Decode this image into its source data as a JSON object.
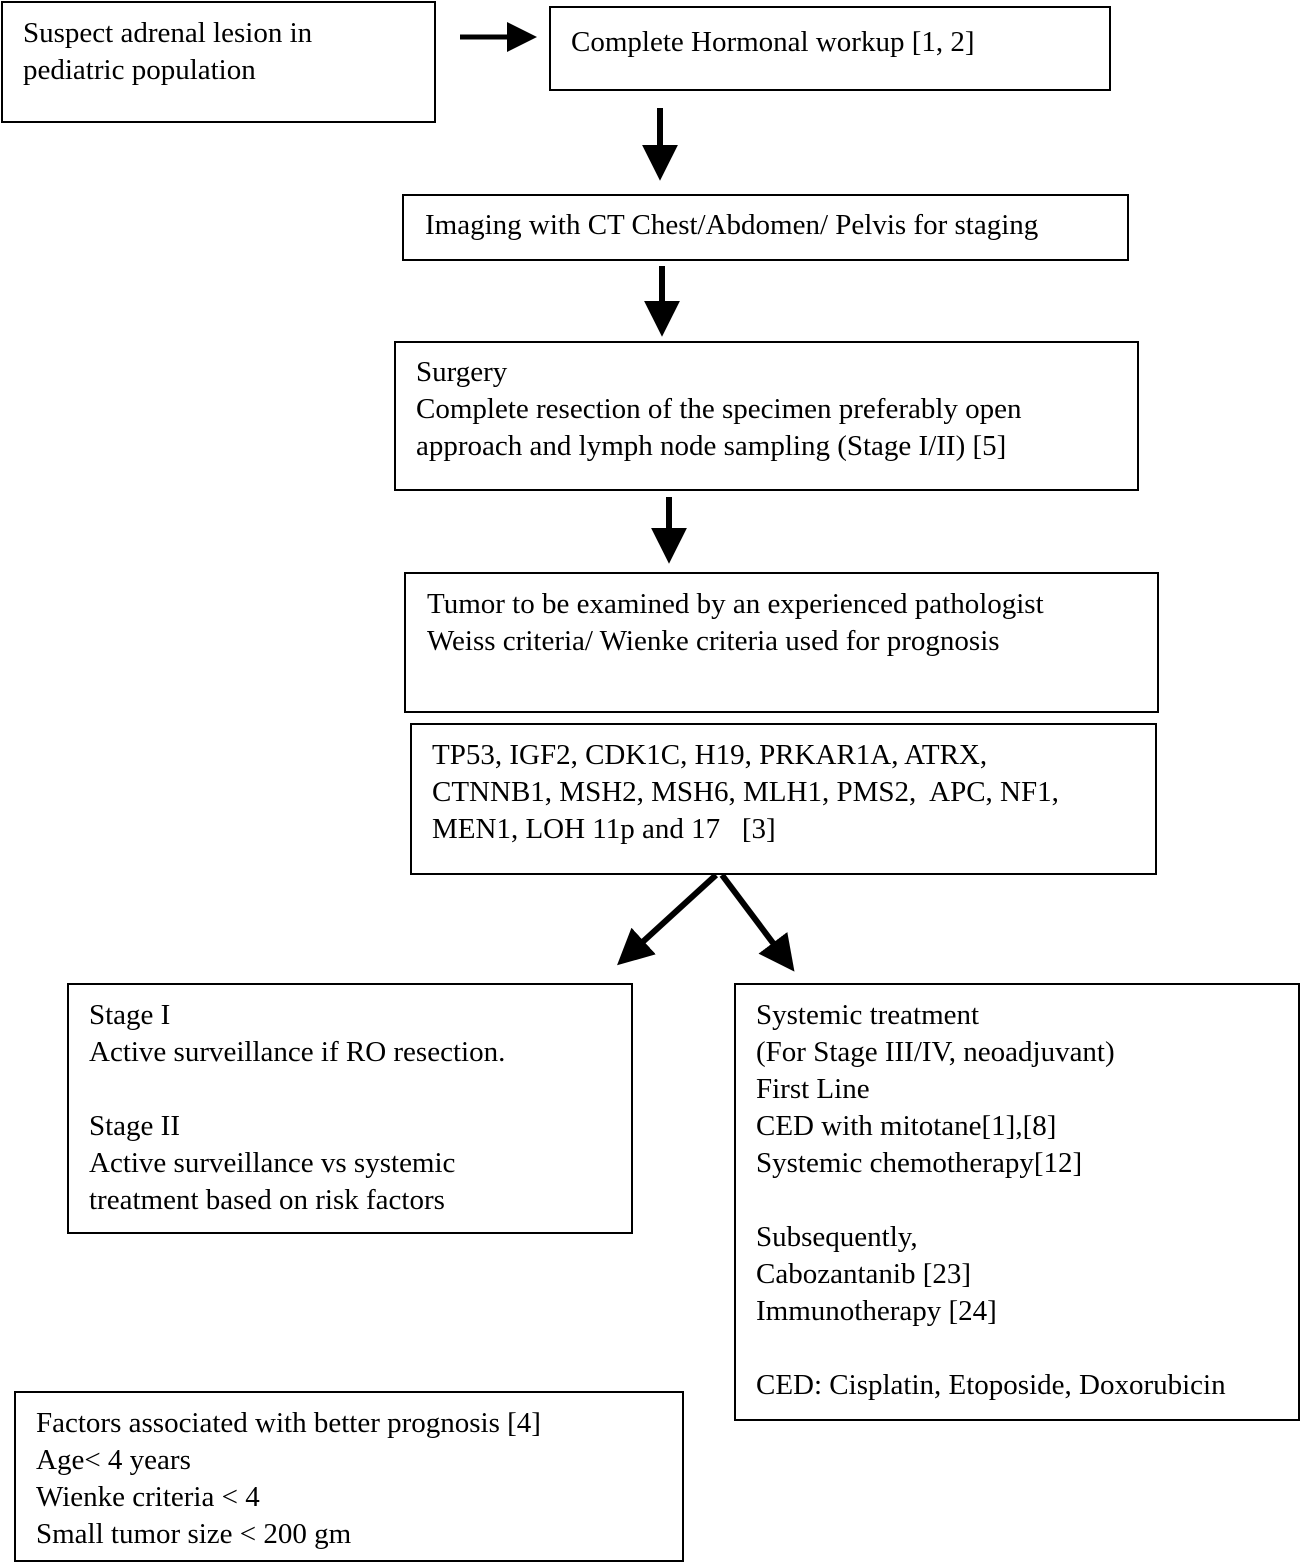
{
  "flowchart": {
    "start": {
      "lines": [
        "Suspect adrenal lesion in",
        "pediatric population"
      ]
    },
    "hormonal": {
      "lines": [
        "Complete Hormonal workup [1, 2]"
      ]
    },
    "imaging": {
      "lines": [
        "Imaging with CT Chest/Abdomen/ Pelvis for staging"
      ]
    },
    "surgery": {
      "lines": [
        "Surgery",
        "Complete resection of the specimen preferably open",
        "approach and lymph node sampling (Stage I/II) [5]"
      ]
    },
    "pathology": {
      "lines": [
        "Tumor to be examined by an experienced pathologist",
        "Weiss criteria/ Wienke criteria used for prognosis"
      ]
    },
    "genetics": {
      "lines": [
        "TP53, IGF2, CDK1C, H19, PRKAR1A, ATRX,",
        "CTNNB1, MSH2, MSH6, MLH1, PMS2,  APC, NF1,",
        "MEN1, LOH 11p and 17   [3]"
      ]
    },
    "stages": {
      "stage1_title": "Stage I",
      "stage1_text": "Active surveillance if RO resection.",
      "stage2_title": "Stage II",
      "stage2_lines": [
        "Active surveillance vs systemic",
        "treatment based on risk factors"
      ]
    },
    "systemic": {
      "title": "Systemic treatment",
      "subtitle": "(For Stage III/IV, neoadjuvant)",
      "first_line_label": "First Line",
      "first_line_items": [
        "CED with mitotane[1],[8]",
        "Systemic chemotherapy[12]"
      ],
      "subsequent_label": "Subsequently,",
      "subsequent_items": [
        "Cabozantanib [23]",
        "Immunotherapy [24]"
      ],
      "footnote": "CED: Cisplatin, Etoposide, Doxorubicin"
    },
    "prognosis": {
      "title": "Factors associated with better prognosis [4]",
      "items": [
        "Age< 4 years",
        "Wienke criteria < 4",
        "Small tumor size < 200 gm"
      ]
    }
  }
}
